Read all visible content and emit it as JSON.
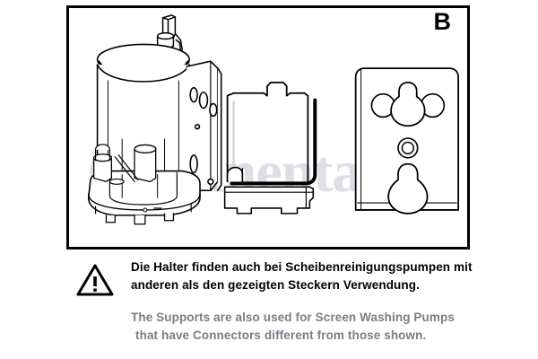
{
  "figure": {
    "panel_label": "B",
    "watermark_text": "Continental",
    "watermark_logo": "horse-logo"
  },
  "parts": [
    {
      "id": "pump-motor-assembly",
      "name": "Screen washing pump motor with bracket",
      "position": "left"
    },
    {
      "id": "support-bracket-middle",
      "name": "Support bracket plate",
      "position": "center"
    },
    {
      "id": "mounting-plate-right",
      "name": "Mounting plate with keyhole slots",
      "position": "right"
    }
  ],
  "caption": {
    "warning_icon": "warning-triangle-icon",
    "german": {
      "line1": "Die Halter finden auch bei Scheibenreinigungspumpen mit",
      "line2": "anderen als den gezeigten Steckern Verwendung."
    },
    "english": {
      "line1": "The Supports are also used for Screen Washing Pumps",
      "line2": "that have Connectors different from those shown."
    }
  },
  "colors": {
    "line": "#000000",
    "german_text": "#000000",
    "english_text": "#7c7c86",
    "watermark": "#dedee6",
    "background": "#ffffff"
  }
}
